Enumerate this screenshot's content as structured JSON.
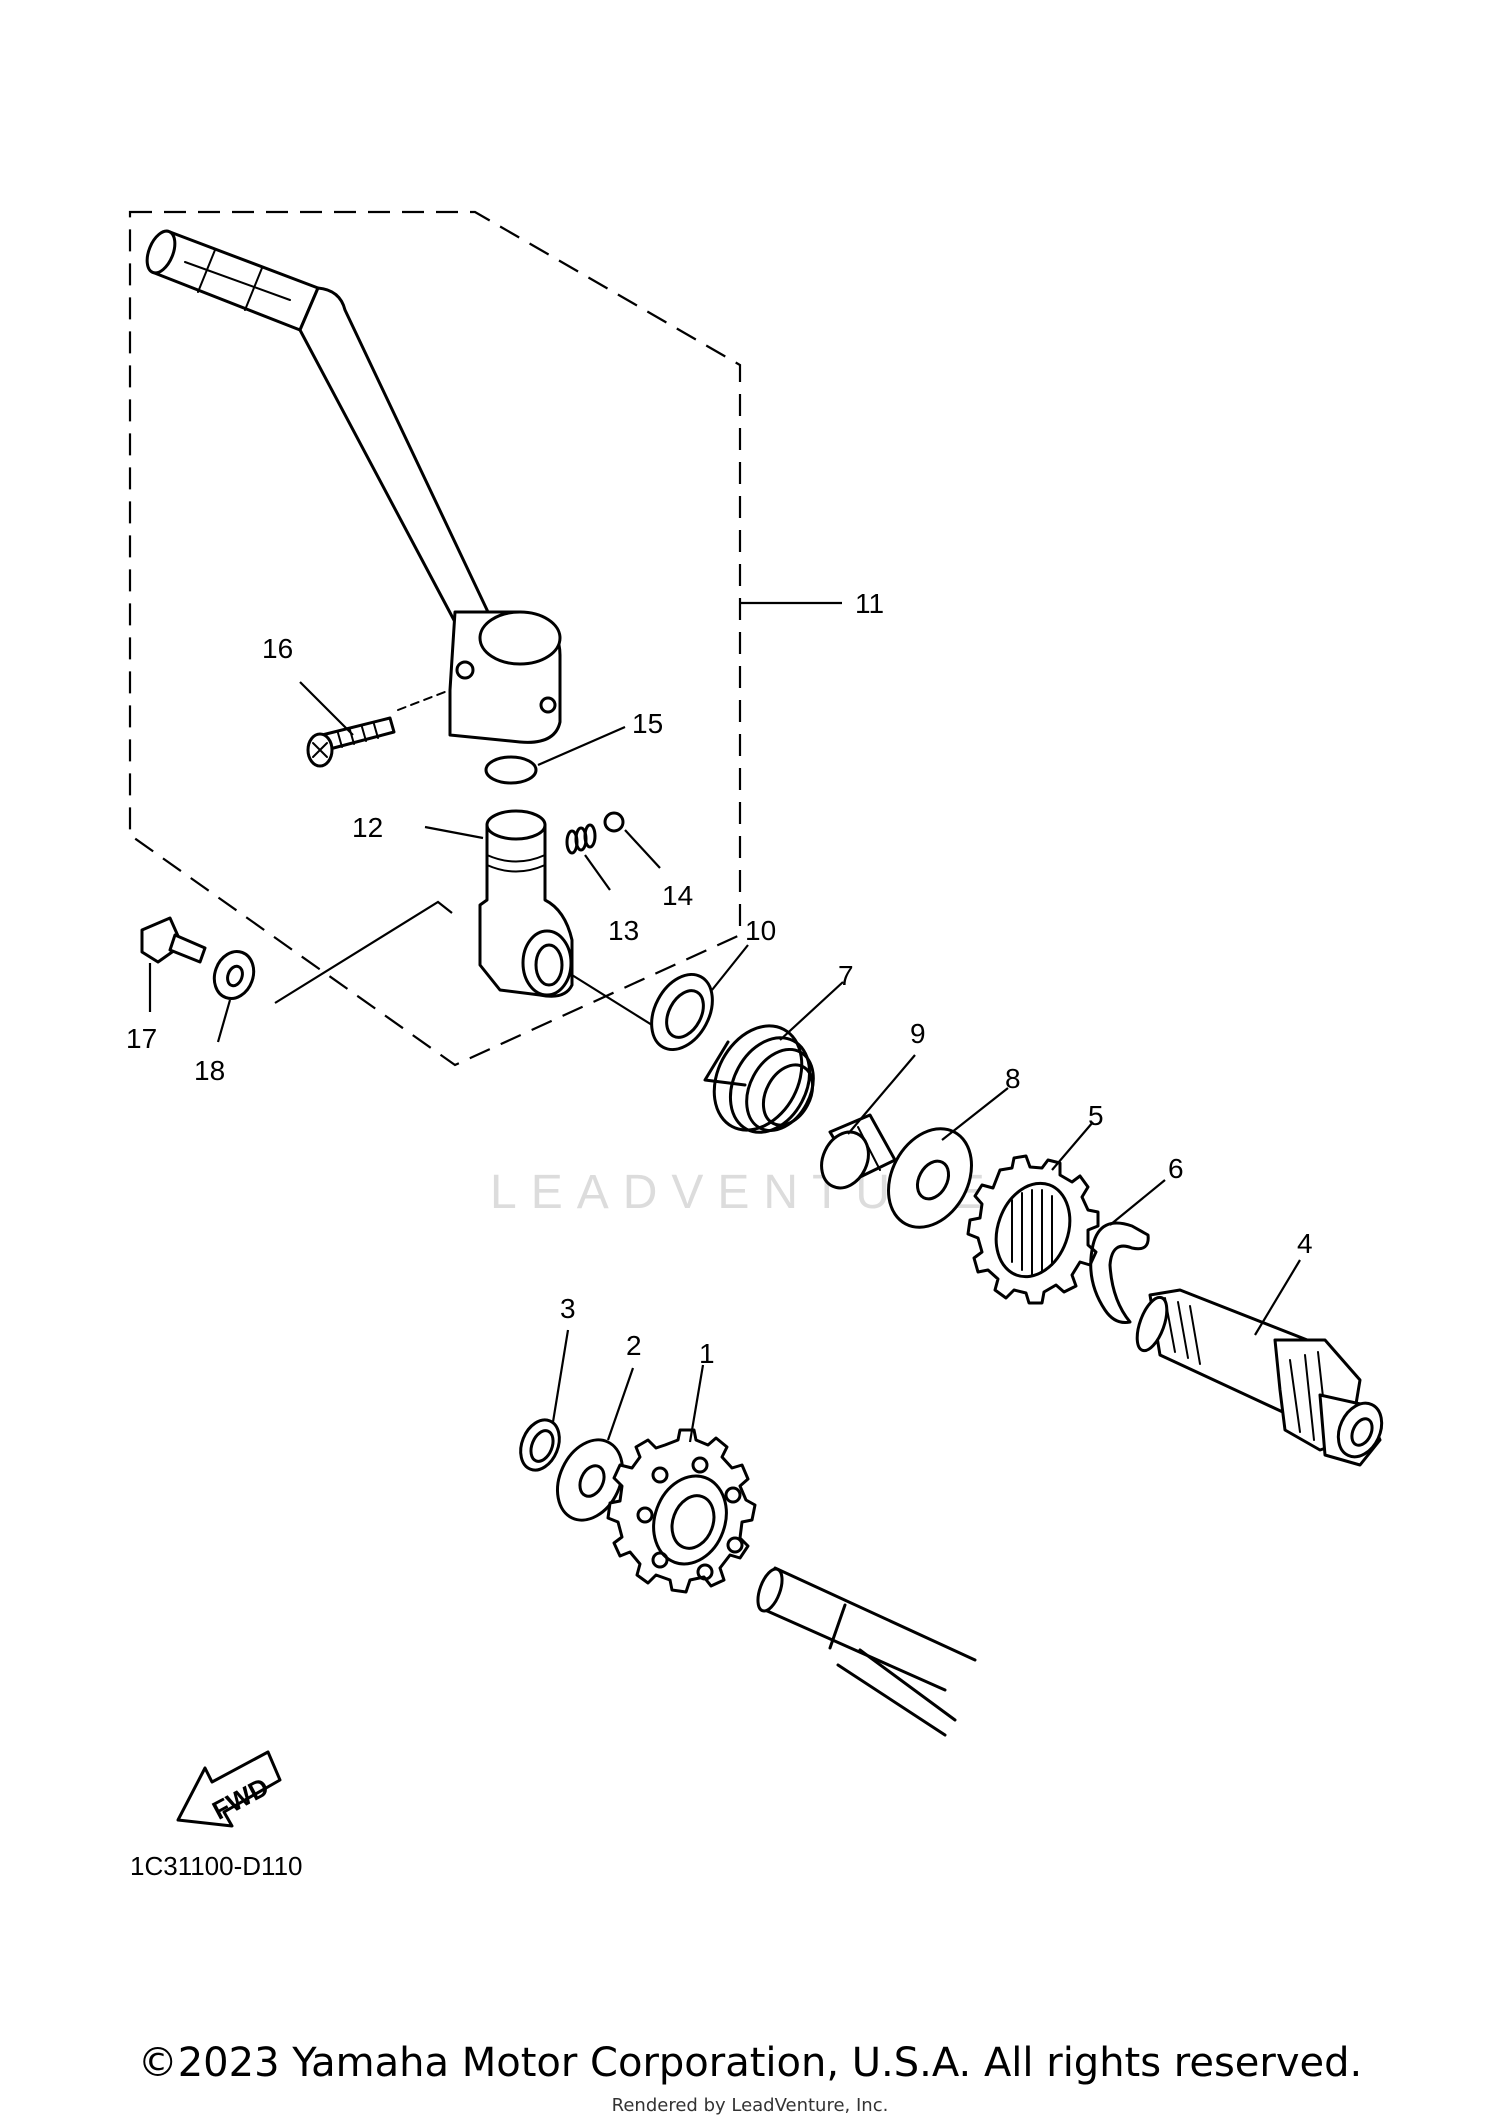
{
  "diagram": {
    "callouts": [
      {
        "id": "1",
        "label": "1"
      },
      {
        "id": "2",
        "label": "2"
      },
      {
        "id": "3",
        "label": "3"
      },
      {
        "id": "4",
        "label": "4"
      },
      {
        "id": "5",
        "label": "5"
      },
      {
        "id": "6",
        "label": "6"
      },
      {
        "id": "7",
        "label": "7"
      },
      {
        "id": "8",
        "label": "8"
      },
      {
        "id": "9",
        "label": "9"
      },
      {
        "id": "10",
        "label": "10"
      },
      {
        "id": "11",
        "label": "11"
      },
      {
        "id": "12",
        "label": "12"
      },
      {
        "id": "13",
        "label": "13"
      },
      {
        "id": "14",
        "label": "14"
      },
      {
        "id": "15",
        "label": "15"
      },
      {
        "id": "16",
        "label": "16"
      },
      {
        "id": "17",
        "label": "17"
      },
      {
        "id": "18",
        "label": "18"
      }
    ],
    "fwd_label": "FWD",
    "diagram_code": "1C31100-D110",
    "watermark": "LEADVENTURE"
  },
  "footer": {
    "copyright": "©2023 Yamaha Motor Corporation, U.S.A. All rights reserved.",
    "rendered_by": "Rendered by LeadVenture, Inc."
  }
}
